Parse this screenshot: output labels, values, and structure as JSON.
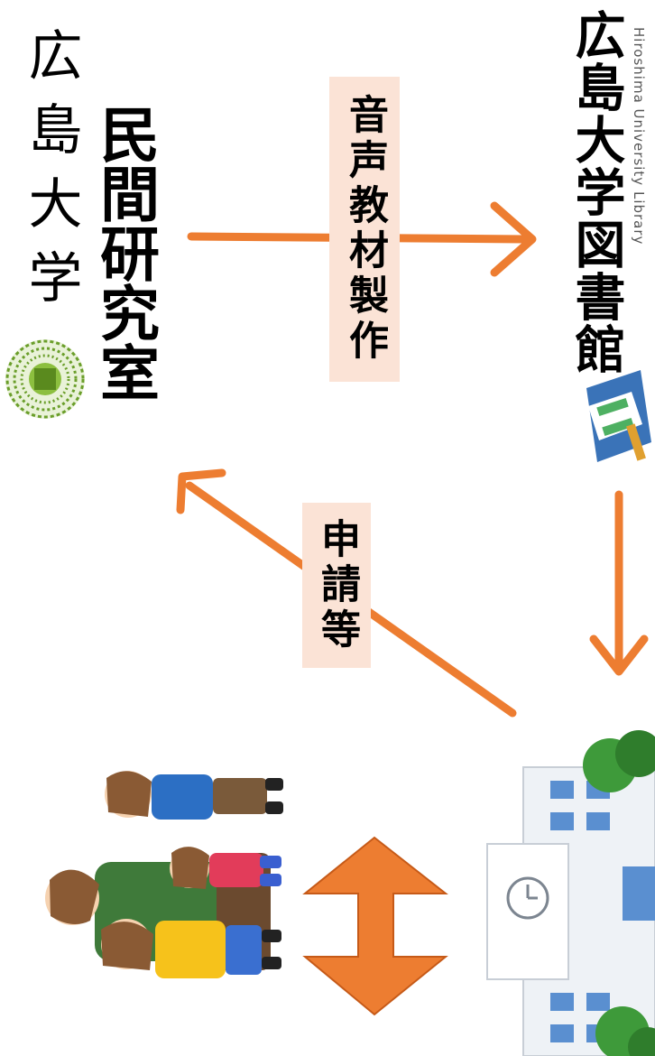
{
  "university": {
    "name": "広島大学",
    "lab": "民間研究室"
  },
  "library": {
    "name": "広島大学図書館",
    "name_en": "Hiroshima University Library"
  },
  "labels": {
    "production": "音声教材製作",
    "application": "申請等"
  },
  "colors": {
    "arrow": "#ed7d31",
    "label_bg": "#fbe3d6",
    "lib_green": "#4eb062",
    "lib_blue": "#3a73b8",
    "seal_green": "#6a9e2a"
  }
}
